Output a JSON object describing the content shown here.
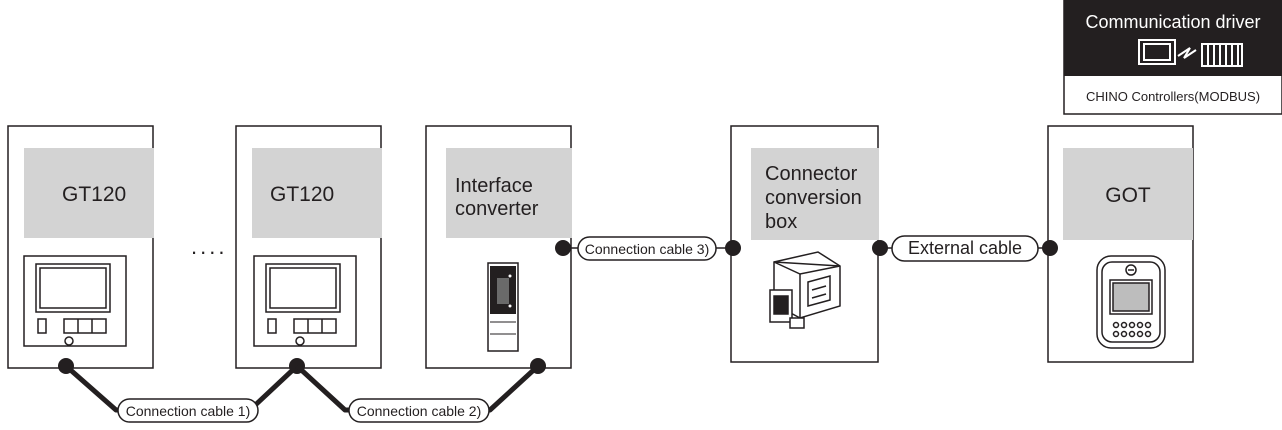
{
  "driver": {
    "header": "Communication driver",
    "name": "CHINO Controllers(MODBUS)",
    "icon": "communication-driver-icon"
  },
  "devices": [
    {
      "id": "controller-1",
      "label_lines": [
        "GT120"
      ],
      "icon": "controller-icon"
    },
    {
      "id": "controller-2",
      "label_lines": [
        "GT120"
      ],
      "icon": "controller-icon"
    },
    {
      "id": "interface-converter",
      "label_lines": [
        "Interface",
        "converter"
      ],
      "icon": "interface-converter-icon"
    },
    {
      "id": "connector-box",
      "label_lines": [
        "Connector",
        "conversion",
        "box"
      ],
      "icon": "connector-box-icon"
    },
    {
      "id": "got",
      "label_lines": [
        "GOT"
      ],
      "icon": "got-panel-icon"
    }
  ],
  "ellipsis": "....",
  "cables": {
    "c1": "Connection cable 1)",
    "c2": "Connection cable 2)",
    "c3": "Connection cable 3)",
    "ext": "External cable"
  },
  "colors": {
    "line": "#231f20",
    "label_bg": "#d3d3d3",
    "driver_header_bg": "#231f20",
    "driver_header_text": "#ffffff"
  }
}
